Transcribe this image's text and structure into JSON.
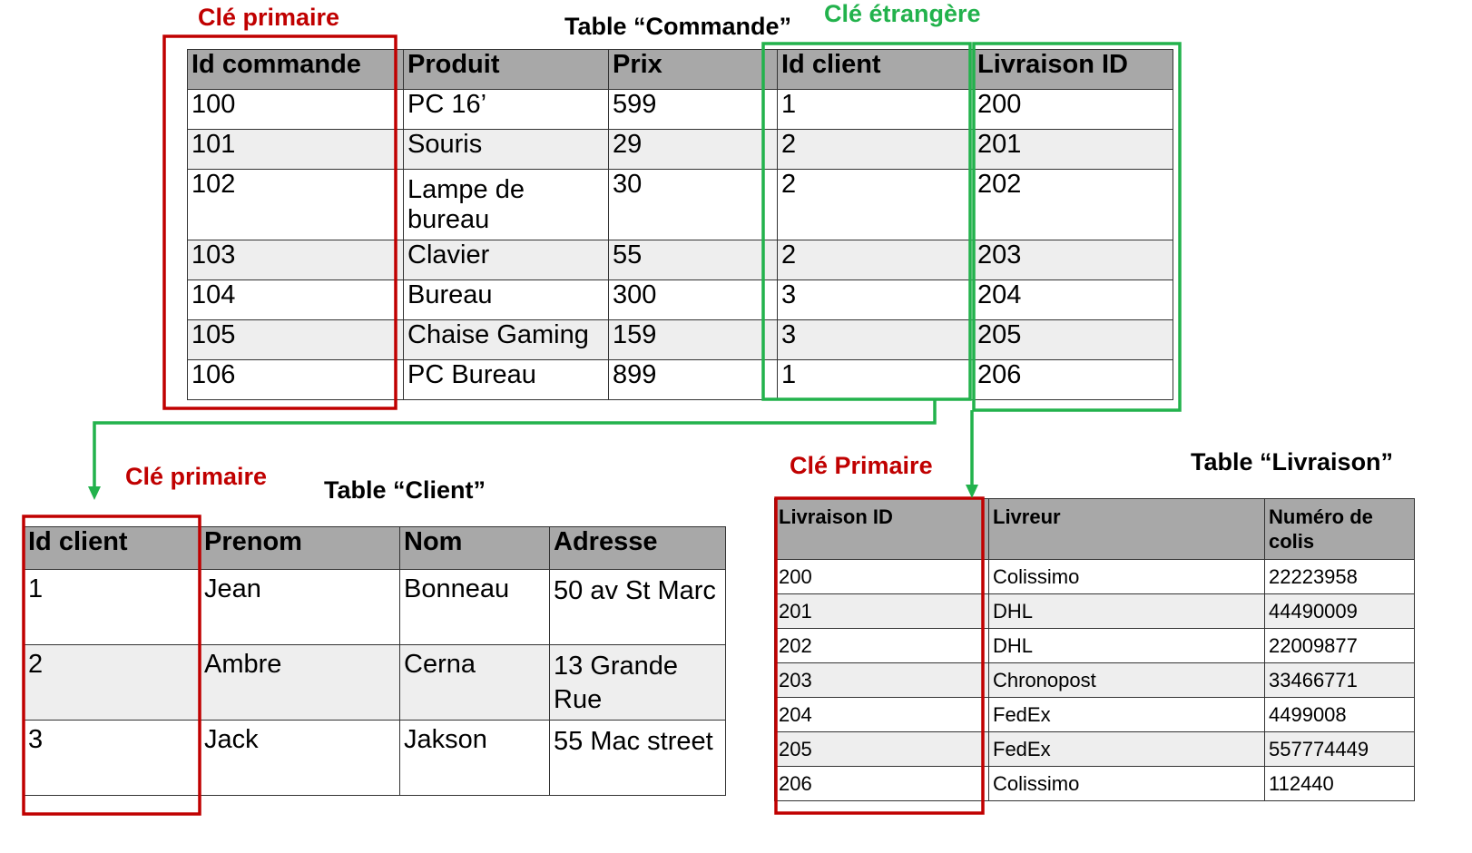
{
  "labels": {
    "pk_commande": "Clé primaire",
    "fk_commande": "Clé étrangère",
    "title_commande": "Table “Commande”",
    "pk_client": "Clé primaire",
    "title_client": "Table “Client”",
    "pk_livraison": "Clé Primaire",
    "title_livraison": "Table “Livraison”"
  },
  "colors": {
    "primary_key": "#c00000",
    "foreign_key": "#22b24c",
    "header_bg": "#a8a8a8"
  },
  "commande": {
    "headers": [
      "Id commande",
      "Produit",
      "Prix",
      "Id client",
      "Livraison ID"
    ],
    "rows": [
      [
        "100",
        "PC 16’",
        "599",
        "1",
        "200"
      ],
      [
        "101",
        "Souris",
        "29",
        "2",
        "201"
      ],
      [
        "102",
        "Lampe de bureau",
        "30",
        "2",
        "202"
      ],
      [
        "103",
        "Clavier",
        "55",
        "2",
        "203"
      ],
      [
        "104",
        "Bureau",
        "300",
        "3",
        "204"
      ],
      [
        "105",
        "Chaise Gaming",
        "159",
        "3",
        "205"
      ],
      [
        "106",
        "PC Bureau",
        "899",
        "1",
        "206"
      ]
    ]
  },
  "client": {
    "headers": [
      "Id client",
      "Prenom",
      "Nom",
      "Adresse"
    ],
    "rows": [
      [
        "1",
        "Jean",
        "Bonneau",
        "50 av St Marc"
      ],
      [
        "2",
        "Ambre",
        "Cerna",
        "13 Grande Rue"
      ],
      [
        "3",
        "Jack",
        "Jakson",
        "55 Mac street"
      ]
    ]
  },
  "livraison": {
    "headers": [
      "Livraison ID",
      "Livreur",
      "Numéro de colis"
    ],
    "rows": [
      [
        "200",
        "Colissimo",
        "22223958"
      ],
      [
        "201",
        "DHL",
        "44490009"
      ],
      [
        "202",
        "DHL",
        "22009877"
      ],
      [
        "203",
        "Chronopost",
        "33466771"
      ],
      [
        "204",
        "FedEx",
        "4499008"
      ],
      [
        "205",
        "FedEx",
        "557774449"
      ],
      [
        "206",
        "Colissimo",
        "112440"
      ]
    ]
  }
}
